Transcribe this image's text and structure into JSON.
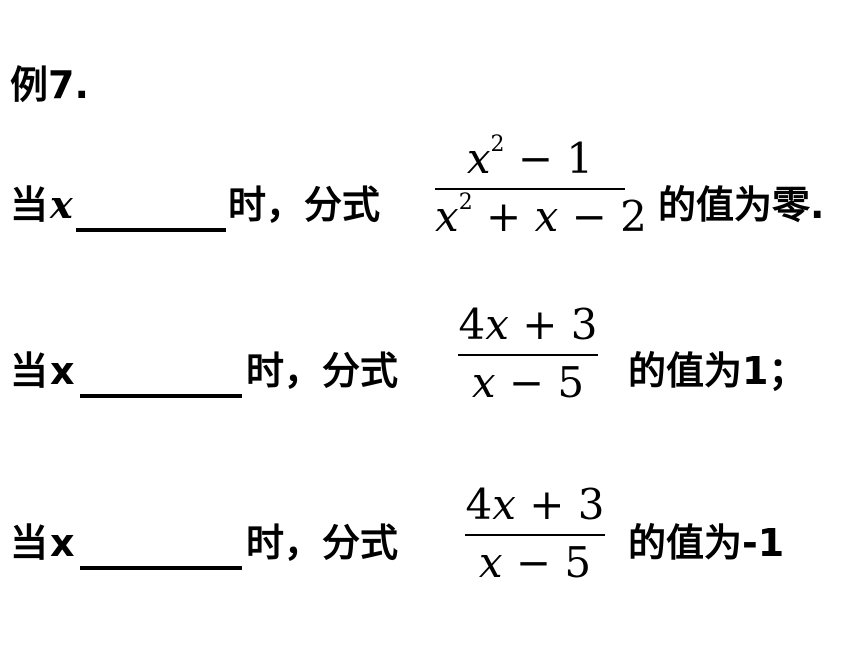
{
  "title": "例7.",
  "problems": [
    {
      "prefix": "当",
      "variable": "x",
      "blank": "______",
      "middle": "时，分式",
      "fraction": {
        "numerator": "x² − 1",
        "denominator": "x² + x − 2"
      },
      "suffix": "的值为零."
    },
    {
      "prefix": "当",
      "variable": "x",
      "blank": "______",
      "middle": "时，分式",
      "fraction": {
        "numerator": "4x + 3",
        "denominator": "x − 5"
      },
      "suffix": "的值为1；"
    },
    {
      "prefix": "当",
      "variable": "x",
      "blank": "______",
      "middle": "时，分式",
      "fraction": {
        "numerator": "4x + 3",
        "denominator": "x − 5"
      },
      "suffix": "的值为-1"
    }
  ]
}
